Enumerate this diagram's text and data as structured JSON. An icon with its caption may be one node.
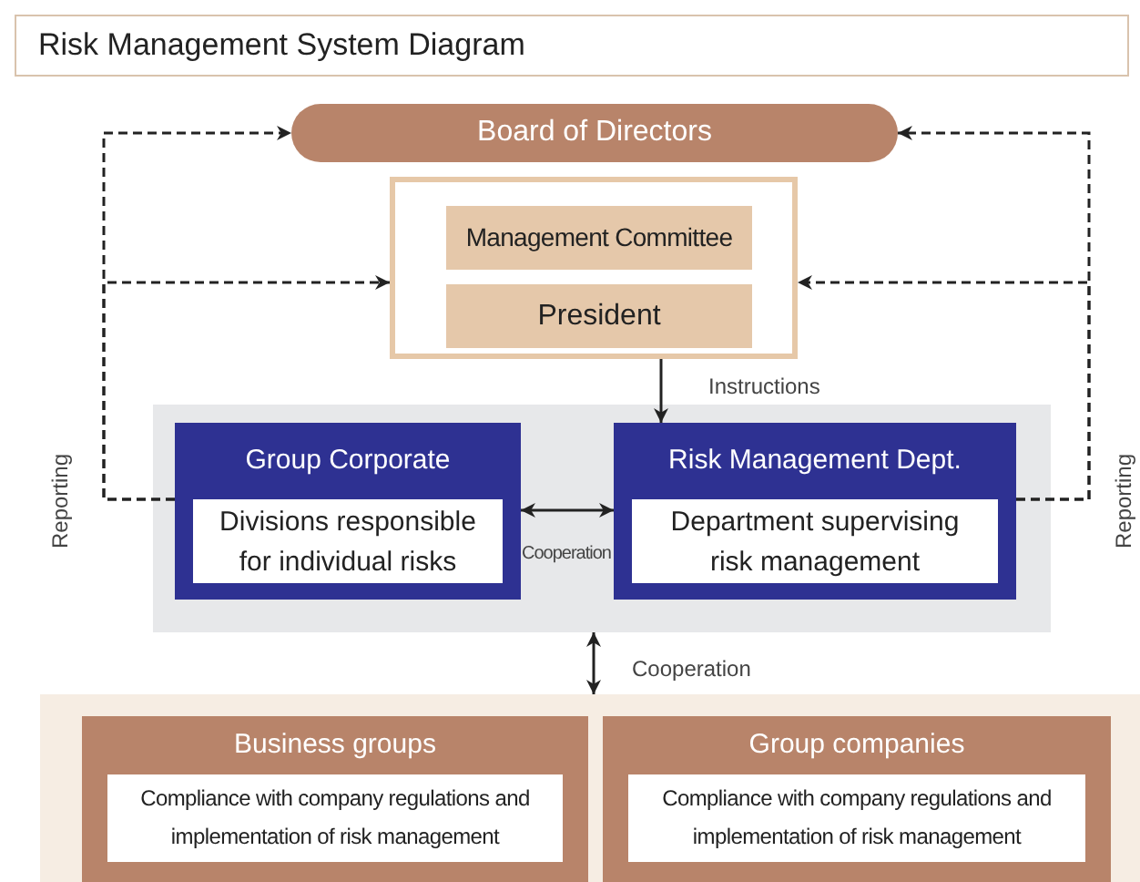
{
  "diagram": {
    "title": "Risk Management System Diagram",
    "nodes": [
      {
        "text": [
          "Board of Directors"
        ]
      },
      {
        "text": [],
        "shape": "box"
      },
      {
        "text": [
          "Management Committee"
        ],
        "in": 1
      },
      {
        "text": [
          "President"
        ],
        "in": 1
      },
      {
        "text": [],
        "shape": "box"
      },
      {
        "text": [
          "Group Corporate",
          "Divisions responsible for individual risks"
        ],
        "in": 4
      },
      {
        "text": [
          "Risk Management Dept.",
          "Department supervising risk management"
        ],
        "in": 4
      },
      {
        "text": [],
        "shape": "box"
      },
      {
        "text": [
          "Business groups",
          "Compliance with company regulations and implementation of risk management"
        ],
        "in": 7
      },
      {
        "text": [
          "Group companies",
          "Compliance with company regulations and implementation of risk management"
        ],
        "in": 7
      }
    ],
    "edges": [
      {
        "from": 5,
        "to": 0,
        "arrow": "to",
        "style": "dashed",
        "label": "Reporting"
      },
      {
        "from": 5,
        "to": 1,
        "arrow": "to",
        "style": "dashed"
      },
      {
        "from": 6,
        "to": 0,
        "arrow": "to",
        "style": "dashed",
        "label": "Reporting"
      },
      {
        "from": 6,
        "to": 1,
        "arrow": "to",
        "style": "dashed"
      },
      {
        "from": 1,
        "to": 6,
        "arrow": "to",
        "label": "Instructions"
      },
      {
        "from": 5,
        "to": 6,
        "arrow": "both",
        "label": "Cooperation"
      },
      {
        "from": 4,
        "to": 7,
        "arrow": "both",
        "label": "Cooperation"
      }
    ]
  }
}
